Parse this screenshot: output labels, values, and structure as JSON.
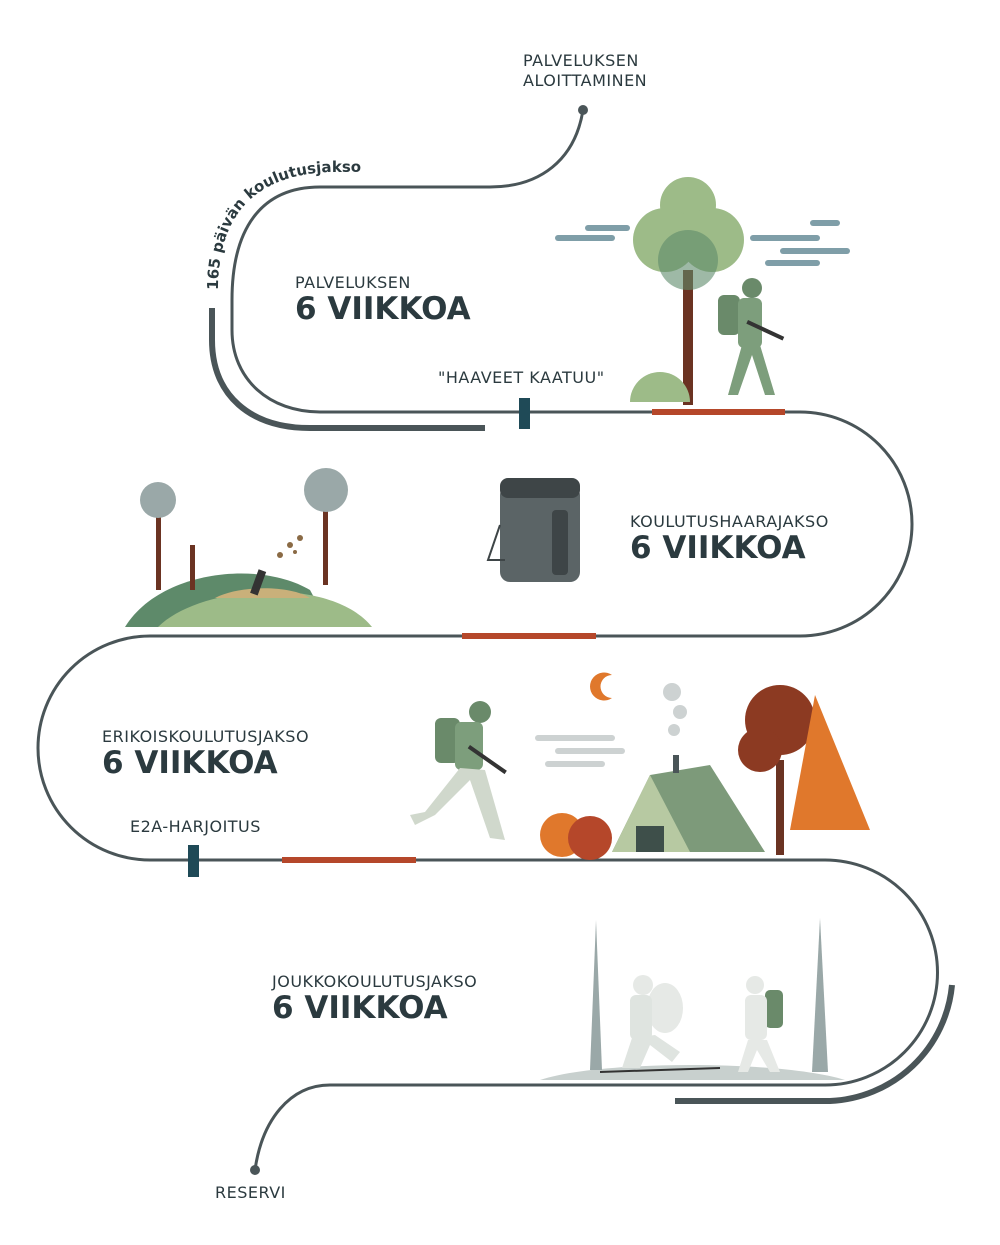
{
  "start": {
    "line1": "PALVELUKSEN",
    "line2": "ALOITTAMINEN"
  },
  "curved_label": "165 päivän koulutusjakso",
  "phases": [
    {
      "name": "PALVELUKSEN",
      "duration": "6 VIIKKOA"
    },
    {
      "name": "KOULUTUSHAARAJAKSO",
      "duration": "6 VIIKKOA"
    },
    {
      "name": "ERIKOISKOULUTUSJAKSO",
      "duration": "6 VIIKKOA"
    },
    {
      "name": "JOUKKOKOULUTUSJAKSO",
      "duration": "6 VIIKKOA"
    }
  ],
  "milestones": {
    "haaveet": "\"HAAVEET KAATUU\"",
    "e2a": "E2A-HARJOITUS"
  },
  "end": "RESERVI",
  "colors": {
    "path": "#4a5558",
    "accent": "#b5472a",
    "marker": "#1f4a57",
    "green": "#9dbb88",
    "dark_green": "#5e8a6a"
  }
}
